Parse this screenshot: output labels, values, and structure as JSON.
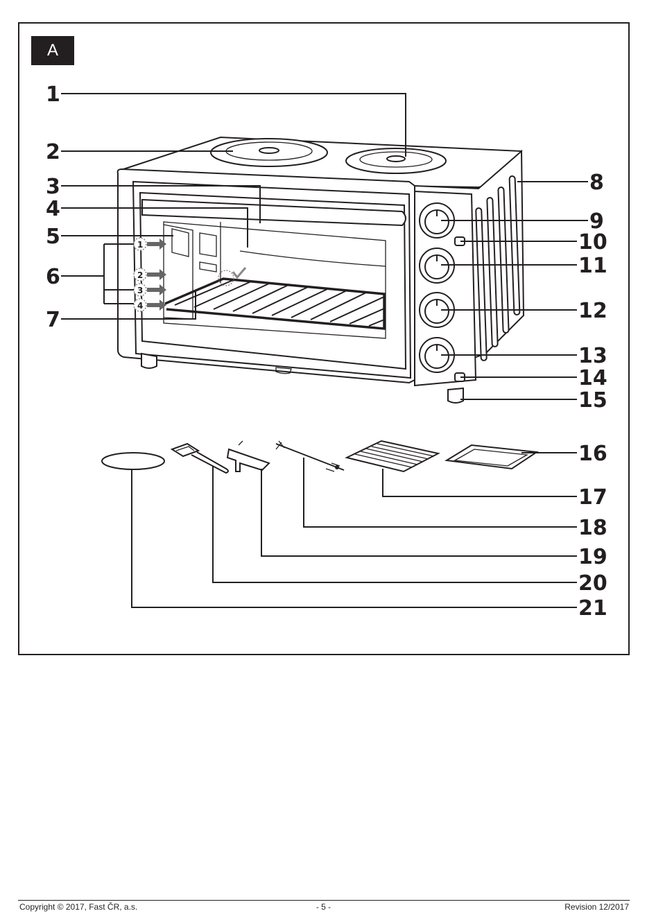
{
  "figure_label": "A",
  "callouts": [
    "1",
    "2",
    "3",
    "4",
    "5",
    "6",
    "7",
    "8",
    "9",
    "10",
    "11",
    "12",
    "13",
    "14",
    "15",
    "16",
    "17",
    "18",
    "19",
    "20",
    "21"
  ],
  "rack_levels": [
    "1",
    "2",
    "3",
    "4"
  ],
  "footer": {
    "copyright": "Copyright © 2017, Fast ČR, a.s.",
    "page": "- 5 -",
    "revision": "Revision 12/2017"
  }
}
